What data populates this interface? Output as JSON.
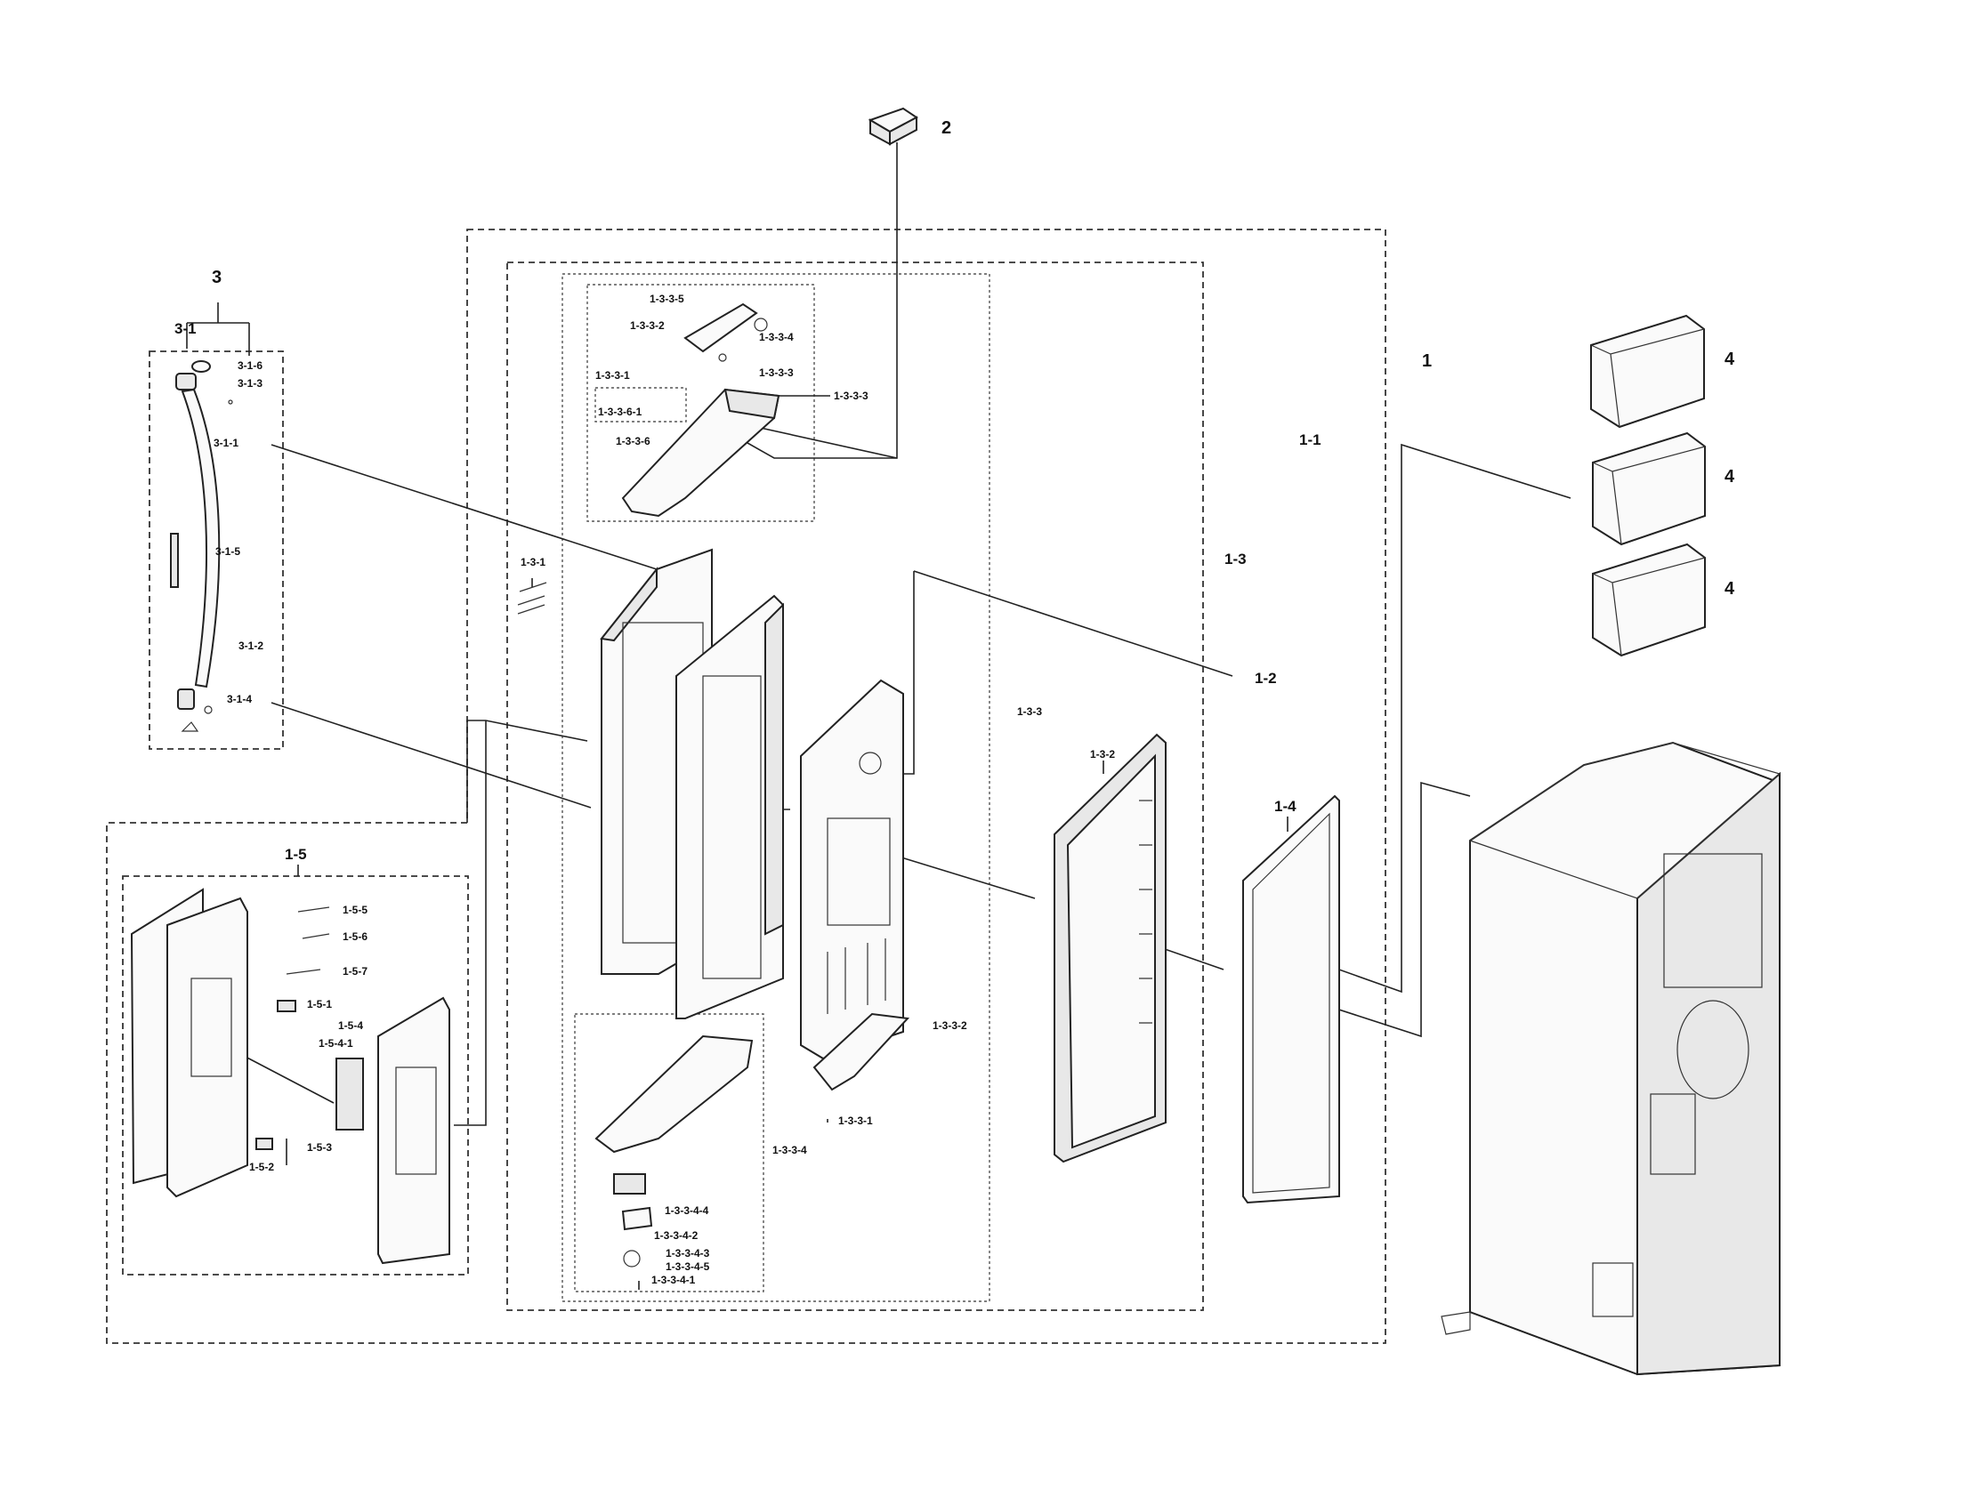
{
  "labels": {
    "l_2": "2",
    "l_3": "3",
    "l_3_1": "3-1",
    "l_3_1_6": "3-1-6",
    "l_3_1_3": "3-1-3",
    "l_3_1_1": "3-1-1",
    "l_3_1_5": "3-1-5",
    "l_3_1_2": "3-1-2",
    "l_3_1_4": "3-1-4",
    "l_1": "1",
    "l_1_1": "1-1",
    "l_1_2": "1-2",
    "l_1_3": "1-3",
    "l_1_3_1": "1-3-1",
    "l_1_3_2": "1-3-2",
    "l_1_3_3": "1-3-3",
    "l_1_3_3_3": "1-3-3-3",
    "l_1_3_3_5": "1-3-3-5",
    "l_1_3_3_2_top": "1-3-3-2",
    "l_1_3_3_4": "1-3-3-4",
    "l_1_3_3_3_b": "1-3-3-3",
    "l_1_3_3_1_top": "1-3-3-1",
    "l_1_3_3_6_1": "1-3-3-6-1",
    "l_1_3_3_6": "1-3-3-6",
    "l_1_3_3_2": "1-3-3-2",
    "l_1_3_3_1": "1-3-3-1",
    "l_1_3_3_4_box": "1-3-3-4",
    "l_1_3_3_4_4": "1-3-3-4-4",
    "l_1_3_3_4_2": "1-3-3-4-2",
    "l_1_3_3_4_3": "1-3-3-4-3",
    "l_1_3_3_4_5": "1-3-3-4-5",
    "l_1_3_3_4_1": "1-3-3-4-1",
    "l_1_4": "1-4",
    "l_1_5": "1-5",
    "l_1_5_5": "1-5-5",
    "l_1_5_6": "1-5-6",
    "l_1_5_7": "1-5-7",
    "l_1_5_1": "1-5-1",
    "l_1_5_4": "1-5-4",
    "l_1_5_4_1": "1-5-4-1",
    "l_1_5_3": "1-5-3",
    "l_1_5_2": "1-5-2",
    "l_4a": "4",
    "l_4b": "4",
    "l_4c": "4"
  }
}
